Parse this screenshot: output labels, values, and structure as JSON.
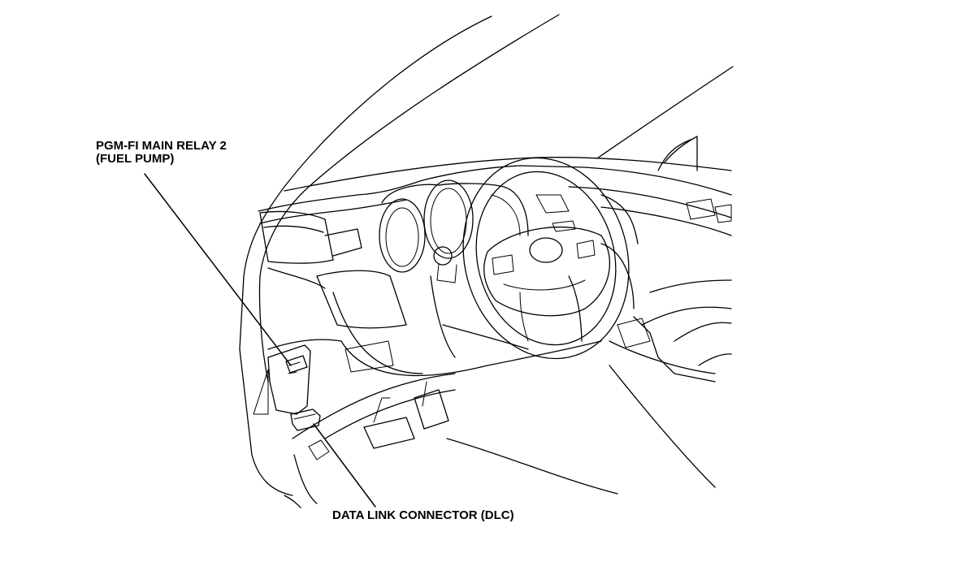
{
  "labels": {
    "relay_line1": "PGM-FI MAIN RELAY 2",
    "relay_line2": "(FUEL PUMP)",
    "dlc": "DATA LINK CONNECTOR (DLC)"
  }
}
